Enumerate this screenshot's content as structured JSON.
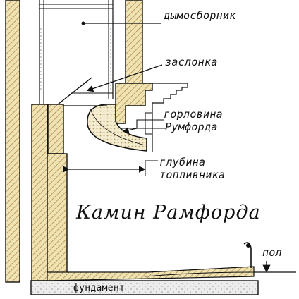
{
  "labels": {
    "smoke_chamber": "дымосборник",
    "damper": "заслонка",
    "throat_line1": "горловина",
    "throat_line2": "Румфорда",
    "depth_line1": "глубина",
    "depth_line2": "топливника",
    "floor": "пол",
    "foundation": "фундамент"
  },
  "title": "Камин Рамфорда",
  "colors": {
    "brick_fill": "#efe3b3",
    "hatch": "#b08a4a",
    "outline": "#111111",
    "throat_fill": "#f2ead0",
    "foundation_fill": "#e9e9e9"
  }
}
